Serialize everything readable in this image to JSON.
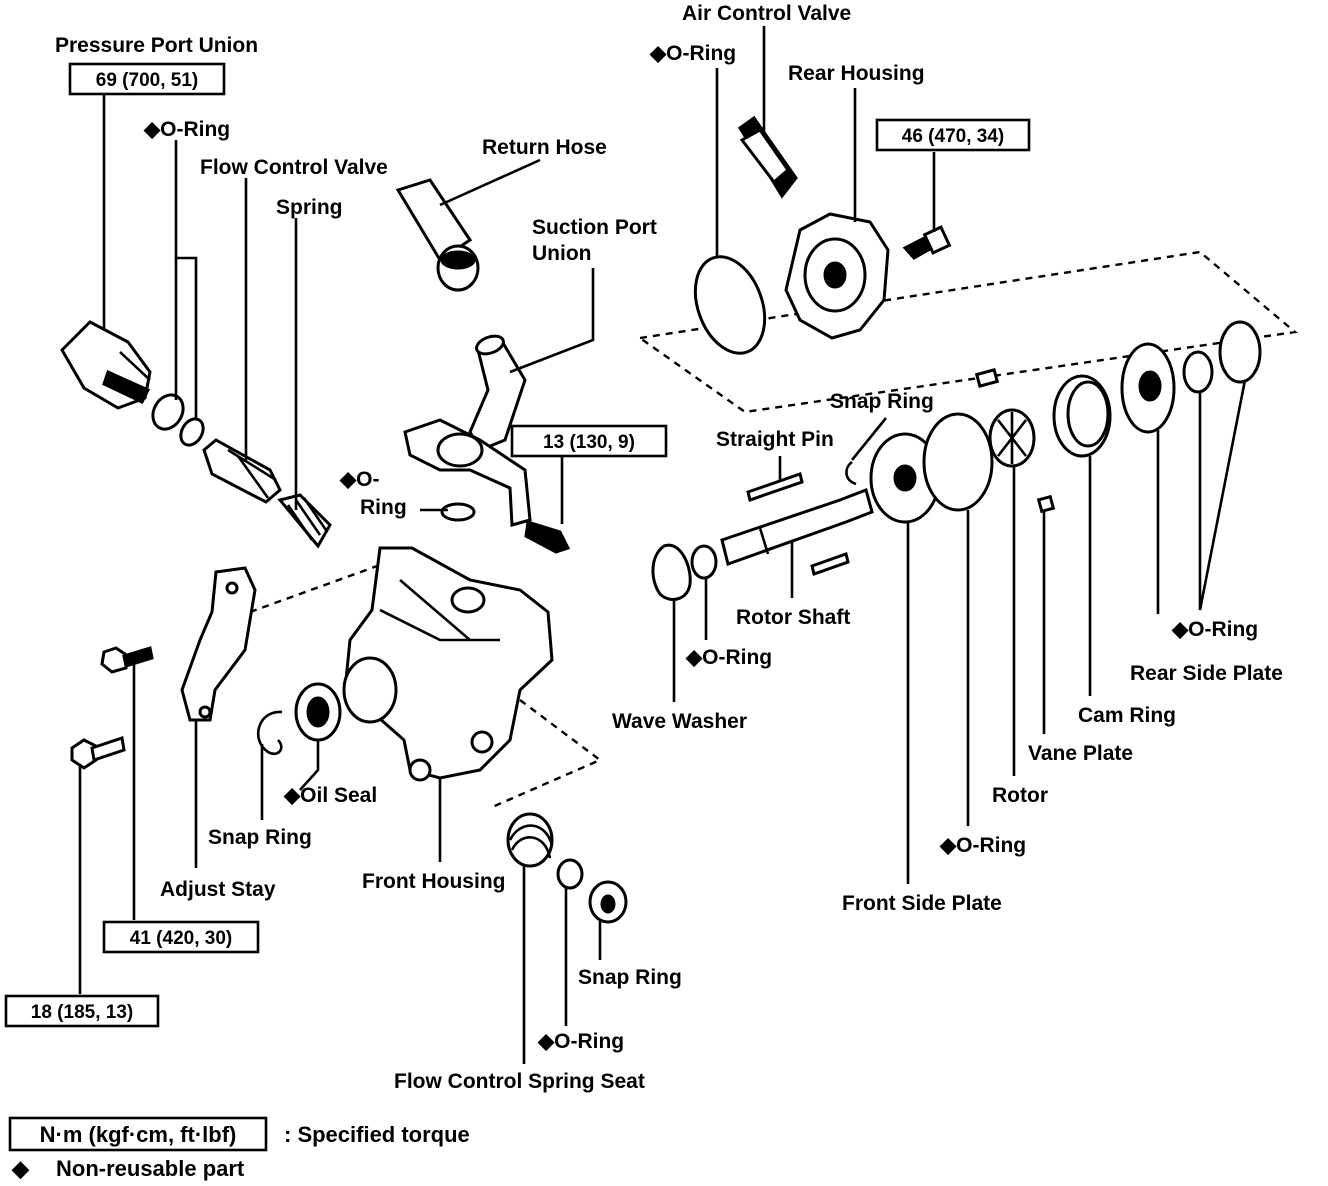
{
  "diagram": {
    "labels": {
      "pressure_port_union": "Pressure Port Union",
      "oring_1": "O-Ring",
      "flow_control_valve": "Flow Control Valve",
      "spring": "Spring",
      "return_hose": "Return Hose",
      "suction_port_union_1": "Suction Port",
      "suction_port_union_2": "Union",
      "oring_suction_1": "O-",
      "oring_suction_2": "Ring",
      "air_control_valve": "Air Control Valve",
      "oring_top": "O-Ring",
      "rear_housing": "Rear Housing",
      "snap_ring_top": "Snap Ring",
      "straight_pin": "Straight Pin",
      "rotor_shaft": "Rotor Shaft",
      "oring_shaft": "O-Ring",
      "wave_washer": "Wave Washer",
      "oring_rear": "O-Ring",
      "rear_side_plate": "Rear Side Plate",
      "cam_ring": "Cam Ring",
      "vane_plate": "Vane Plate",
      "rotor": "Rotor",
      "oring_front_plate": "O-Ring",
      "front_side_plate": "Front Side Plate",
      "oil_seal": "Oil Seal",
      "snap_ring_left": "Snap Ring",
      "adjust_stay": "Adjust Stay",
      "front_housing": "Front Housing",
      "snap_ring_bottom": "Snap Ring",
      "oring_bottom": "O-Ring",
      "flow_control_spring_seat": "Flow Control Spring Seat"
    },
    "torques": {
      "pressure_port": "69 (700, 51)",
      "rear_housing_bolt": "46 (470, 34)",
      "suction_bolt": "13 (130, 9)",
      "adjust_stay_bolt": "41 (420, 30)",
      "bracket_bolt": "18 (185, 13)"
    },
    "legend": {
      "unit_box": "N·m (kgf·cm, ft·lbf)",
      "torque_text": ":  Specified torque",
      "nonreusable_text": "Non-reusable part"
    },
    "diamond_symbol": "◆"
  }
}
